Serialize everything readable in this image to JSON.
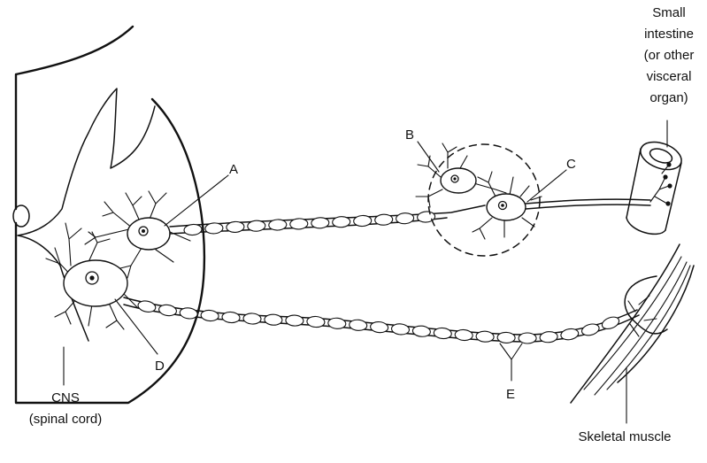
{
  "labels": {
    "a": "A",
    "b": "B",
    "c": "C",
    "d": "D",
    "e": "E"
  },
  "captions": {
    "organ": [
      "Small",
      "intestine",
      "(or other",
      "visceral",
      "organ)"
    ],
    "cns": [
      "CNS",
      "(spinal cord)"
    ],
    "muscle": "Skeletal muscle"
  }
}
